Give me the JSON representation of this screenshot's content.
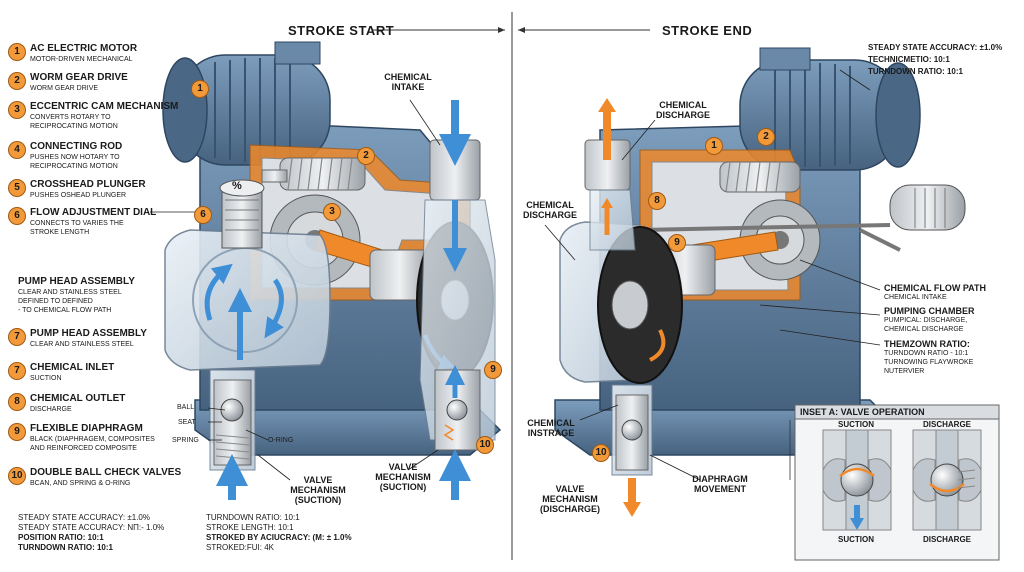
{
  "header": {
    "left_title": "STROKE START",
    "right_title": "STROKE END"
  },
  "legend": [
    {
      "num": "1",
      "title": "AC ELECTRIC MOTOR",
      "desc": [
        "MOTOR-DRIVEN MECHANICAL"
      ]
    },
    {
      "num": "2",
      "title": "WORM GEAR DRIVE",
      "desc": [
        "WORM GEAR DRIVE"
      ]
    },
    {
      "num": "3",
      "title": "ECCENTRIC CAM MECHANISM",
      "desc": [
        "CONVERTS ROTARY TO",
        "RECIPROCATING MOTION"
      ]
    },
    {
      "num": "4",
      "title": "CONNECTING ROD",
      "desc": [
        "PUSHES NOW HOTARY TO",
        "RECIPROCATING MOTION"
      ]
    },
    {
      "num": "5",
      "title": "CROSSHEAD PLUNGER",
      "desc": [
        "PUSHES OSHEAD PLUNGER"
      ]
    },
    {
      "num": "6",
      "title": "FLOW ADJUSTMENT DIAL",
      "desc": [
        "CONNECTS TO VARIES THE",
        "STROKE LENGTH"
      ]
    },
    {
      "num": "",
      "title": "PUMP HEAD ASSEMBLY",
      "desc": [
        "CLEAR AND STAINLESS STEEL",
        "DEFINED TO DEFINED",
        "- TO CHEMICAL FLOW PATH"
      ]
    },
    {
      "num": "7",
      "title": "PUMP HEAD ASSEMBLY",
      "desc": [
        "CLEAR AND STAINLESS STEEL"
      ]
    },
    {
      "num": "7",
      "title": "CHEMICAL INLET",
      "desc": [
        "SUCTION"
      ]
    },
    {
      "num": "8",
      "title": "CHEMICAL OUTLET",
      "desc": [
        "DISCHARGE"
      ]
    },
    {
      "num": "9",
      "title": "FLEXIBLE DIAPHRAGM",
      "desc": [
        "BLACK (DIAPHRAGEM, COMPOSITES",
        "AND REINFORCED COMPOSITE"
      ]
    },
    {
      "num": "10",
      "title": "DOUBLE BALL CHECK VALVES",
      "desc": [
        "BCAN, AND SPRING & O-RING"
      ]
    }
  ],
  "left_labels": {
    "chemical_intake": [
      "CHEMICAL",
      "INTAKE"
    ],
    "ball": "BALL",
    "seat": "SEAT",
    "spring": "SPRING",
    "o_ring": "O-RING",
    "valve_mech_1": [
      "VALVE",
      "MECHANISM",
      "(SUCTION)"
    ],
    "valve_mech_2": [
      "VALVE",
      "MECHANISM",
      "(SUCTION)"
    ],
    "dial_symbol": "%"
  },
  "right_labels": {
    "chemical_discharge_top": [
      "CHEMICAL",
      "DISCHARGE"
    ],
    "chemical_discharge_left": [
      "CHEMICAL",
      "DISCHARGE"
    ],
    "chemical_instrage": [
      "CHEMICAL",
      "INSTRAGE"
    ],
    "valve_mech_discharge": [
      "VALVE",
      "MECHANISM",
      "(DISCHARGE)"
    ],
    "diaphragm_movement": [
      "DIAPHRAGM",
      "MOVEMENT"
    ]
  },
  "right_specs": [
    {
      "title": "CHEMICAL FLOW PATH",
      "desc": [
        "CHEMICAL INTAKE"
      ]
    },
    {
      "title": "PUMPING CHAMBER",
      "desc": [
        "PUMPICAL: DISCHARGE,",
        "CHEMICAL DISCHARGE"
      ]
    },
    {
      "title": "THEMZOWN RATIO:",
      "desc": [
        "TURNDOWN RATIO - 10:1",
        "TURNOWING FLAYWROKE",
        "NUTERVIER"
      ]
    }
  ],
  "top_right_stats": [
    "STEADY STATE ACCURACY: ±1.0%",
    "TECHNICMETIO: 10:1",
    "TURNDOWN RATIO: 10:1"
  ],
  "bottom_left_stats": [
    "STEADY STATE ACCURACY: ±1.0%",
    "STEADY STATE ACCURACY: NΠ:- 1.0%",
    "POSITION RATIO: 10:1",
    "TURNDOWN RATIO: 10:1"
  ],
  "bottom_mid_stats": [
    "TURNDOWN RATIO: 10:1",
    "STROKE LENGTH: 10:1",
    "STROKED BY ACIUCRACY: (M: ± 1.0%",
    "STROKED:FUI: 4K"
  ],
  "inset": {
    "title": "INSET A: VALVE OPERATION",
    "top_left": "SUCTION",
    "top_right": "DISCHARGE",
    "bottom_left": "SUCTION",
    "bottom_right": "DISCHARGE"
  },
  "callouts": {
    "n1": "1",
    "n2": "2",
    "n3": "3",
    "n6": "6",
    "n9": "9",
    "n10": "10",
    "n8": "8"
  },
  "colors": {
    "steel_blue": "#5b7c9e",
    "dark_blue": "#3d5a7a",
    "orange": "#f0892a",
    "flow_blue": "#3f8fd6",
    "diaphragm": "#2b2b2b",
    "clear_head": "#cfdbe6"
  }
}
